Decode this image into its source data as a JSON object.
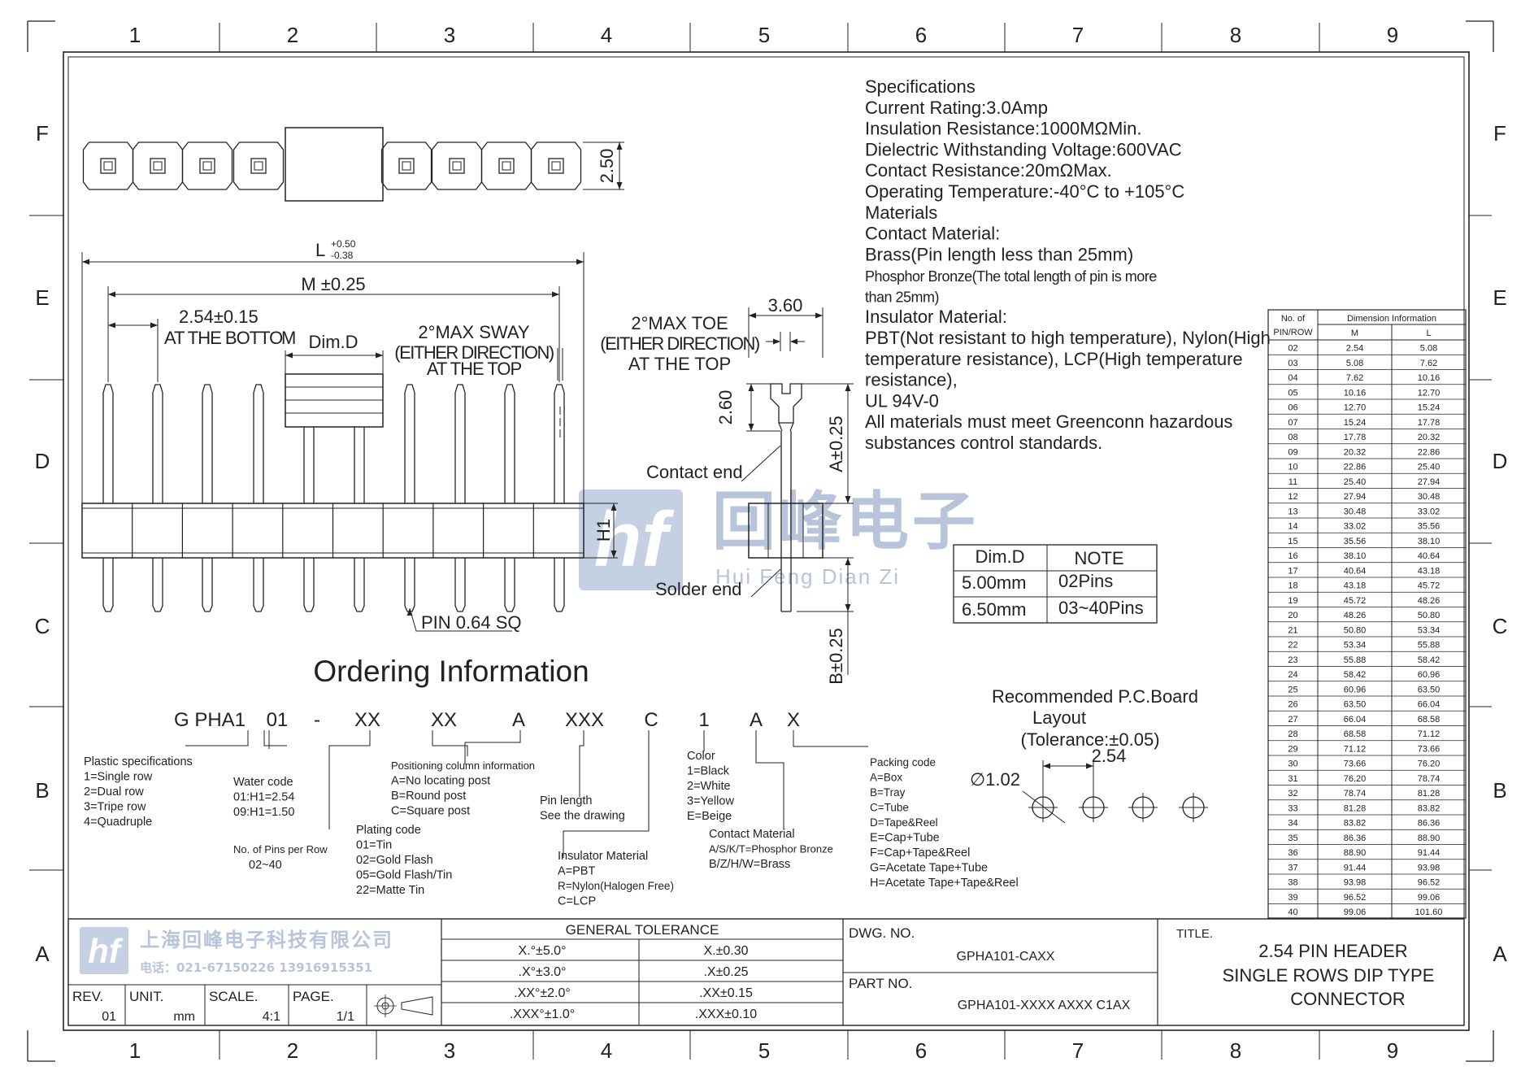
{
  "zones": {
    "columns": [
      "1",
      "2",
      "3",
      "4",
      "5",
      "6",
      "7",
      "8",
      "9"
    ],
    "rows": [
      "F",
      "E",
      "D",
      "C",
      "B",
      "A"
    ]
  },
  "top_view": {
    "width_dim": "2.50"
  },
  "front_view": {
    "length_L": "L",
    "length_L_tol_upper": "+0.50",
    "length_L_tol_lower": "-0.38",
    "length_M": "M ±0.25",
    "pitch": "2.54±0.15",
    "pitch_note_a": "AT THE  BOTTO",
    "pitch_note_b": "M",
    "dim_d": "Dim.D",
    "sway_line1": "2°MAX SWAY",
    "sway_line2": "(EITHER DIRECTION)",
    "sway_line3": "AT THE TOP",
    "pin_label": "PIN 0.64 SQ",
    "h1": "H1"
  },
  "side_view": {
    "width": "3.60",
    "toe_line1": "2°MAX TOE",
    "toe_line2": "(EITHER DIRECTION)",
    "toe_line3": "AT THE TOP",
    "dim_260": "2.60",
    "dim_a": "A±0.25",
    "dim_b": "B±0.25",
    "contact_end": "Contact end",
    "solder_end": "Solder end"
  },
  "watermark": {
    "logo_letters": "hf",
    "text_cn": "回峰电子",
    "text_pinyin": "Hui Feng Dian Zi"
  },
  "specifications": [
    "Specifications",
    "Current Rating:3.0Amp",
    "Insulation Resistance:1000MΩMin.",
    "Dielectric Withstanding Voltage:600VAC",
    "Contact Resistance:20mΩMax.",
    "Operating Temperature:-40°C to +105°C",
    "Materials",
    "Contact Material:",
    "Brass(Pin length less than 25mm)",
    "Phosphor Bronze(The total length of pin is more",
    "than 25mm)",
    "Insulator Material:",
    "PBT(Not resistant to high temperature),  Nylon(High",
    "temperature resistance), LCP(High temperature",
    "resistance),",
    "UL 94V-0",
    "All materials must meet Greenconn hazardous",
    "substances control standards."
  ],
  "dim_table": {
    "header_pins": "No. of",
    "header_pins2": "PIN/ROW",
    "header_info": "Dimension Information",
    "header_m": "M",
    "header_l": "L",
    "rows": [
      [
        "02",
        "2.54",
        "5.08"
      ],
      [
        "03",
        "5.08",
        "7.62"
      ],
      [
        "04",
        "7.62",
        "10.16"
      ],
      [
        "05",
        "10.16",
        "12.70"
      ],
      [
        "06",
        "12.70",
        "15.24"
      ],
      [
        "07",
        "15.24",
        "17.78"
      ],
      [
        "08",
        "17.78",
        "20.32"
      ],
      [
        "09",
        "20.32",
        "22.86"
      ],
      [
        "10",
        "22.86",
        "25.40"
      ],
      [
        "11",
        "25.40",
        "27.94"
      ],
      [
        "12",
        "27.94",
        "30.48"
      ],
      [
        "13",
        "30.48",
        "33.02"
      ],
      [
        "14",
        "33.02",
        "35.56"
      ],
      [
        "15",
        "35.56",
        "38.10"
      ],
      [
        "16",
        "38.10",
        "40.64"
      ],
      [
        "17",
        "40.64",
        "43.18"
      ],
      [
        "18",
        "43.18",
        "45.72"
      ],
      [
        "19",
        "45.72",
        "48.26"
      ],
      [
        "20",
        "48.26",
        "50.80"
      ],
      [
        "21",
        "50.80",
        "53.34"
      ],
      [
        "22",
        "53.34",
        "55.88"
      ],
      [
        "23",
        "55.88",
        "58.42"
      ],
      [
        "24",
        "58.42",
        "60.96"
      ],
      [
        "25",
        "60.96",
        "63.50"
      ],
      [
        "26",
        "63.50",
        "66.04"
      ],
      [
        "27",
        "66.04",
        "68.58"
      ],
      [
        "28",
        "68.58",
        "71.12"
      ],
      [
        "29",
        "71.12",
        "73.66"
      ],
      [
        "30",
        "73.66",
        "76.20"
      ],
      [
        "31",
        "76.20",
        "78.74"
      ],
      [
        "32",
        "78.74",
        "81.28"
      ],
      [
        "33",
        "81.28",
        "83.82"
      ],
      [
        "34",
        "83.82",
        "86.36"
      ],
      [
        "35",
        "86.36",
        "88.90"
      ],
      [
        "36",
        "88.90",
        "91.44"
      ],
      [
        "37",
        "91.44",
        "93.98"
      ],
      [
        "38",
        "93.98",
        "96.52"
      ],
      [
        "39",
        "96.52",
        "99.06"
      ],
      [
        "40",
        "99.06",
        "101.60"
      ]
    ]
  },
  "dim_d_table": {
    "header_d": "Dim.D",
    "header_note": "NOTE",
    "rows": [
      [
        "5.00mm",
        "02Pins"
      ],
      [
        "6.50mm",
        "03~40Pins"
      ]
    ]
  },
  "pcb_layout": {
    "title_line1": "Recommended P.C.Board",
    "title_line2": "Layout",
    "title_line3": "(Tolerance:±0.05)",
    "pitch": "2.54",
    "hole": "∅1.02"
  },
  "ordering": {
    "title": "Ordering Information",
    "code_parts": [
      "G PHA1",
      "01",
      "-",
      "XX",
      "XX",
      "A",
      "XXX",
      "C",
      "1",
      "A",
      "X"
    ],
    "plastic": [
      "Plastic specifications",
      "1=Single row",
      "2=Dual row",
      "3=Tripe row",
      "4=Quadruple"
    ],
    "water": [
      "Water code",
      "01:H1=2.54",
      "09:H1=1.50"
    ],
    "pins": [
      "No. of Pins per Row",
      "02~40"
    ],
    "plating": [
      "Plating code",
      "01=Tin",
      "02=Gold Flash",
      "05=Gold Flash/Tin",
      "22=Matte Tin"
    ],
    "positioning": [
      "Positioning column information",
      "A=No locating post",
      "B=Round post",
      "C=Square post"
    ],
    "pin_length": [
      "Pin length",
      "See the drawing"
    ],
    "insulator": [
      "Insulator Material",
      "A=PBT",
      "R=Nylon(Halogen Free)",
      "C=LCP"
    ],
    "color": [
      "Color",
      "1=Black",
      "2=White",
      "3=Yellow",
      "E=Beige"
    ],
    "contact": [
      "Contact Material",
      "A/S/K/T=Phosphor Bronze",
      "B/Z/H/W=Brass"
    ],
    "packing": [
      "Packing code",
      "A=Box",
      "B=Tray",
      "C=Tube",
      "D=Tape&Reel",
      "E=Cap+Tube",
      "F=Cap+Tape&Reel",
      "G=Acetate Tape+Tube",
      "H=Acetate Tape+Tape&Reel"
    ]
  },
  "title_block": {
    "company_cn": "上海回峰电子科技有限公司",
    "phone": "电话：021-67150226  13916915351",
    "rev_label": "REV.",
    "rev_value": "01",
    "unit_label": "UNIT.",
    "unit_value": "mm",
    "scale_label": "SCALE.",
    "scale_value": "4:1",
    "page_label": "PAGE.",
    "page_value": "1/1",
    "tolerance_title": "GENERAL TOLERANCE",
    "tolerance_rows": [
      [
        "X.°±5.0°",
        "X.±0.30"
      ],
      [
        ".X°±3.0°",
        ".X±0.25"
      ],
      [
        ".XX°±2.0°",
        ".XX±0.15"
      ],
      [
        ".XXX°±1.0°",
        ".XXX±0.10"
      ]
    ],
    "dwg_no_label": "DWG. NO.",
    "dwg_no": "GPHA101-CAXX",
    "part_no_label": "PART NO.",
    "part_no": "GPHA101-XXXX AXXX C1AX",
    "title_label": "TITLE.",
    "title_lines": [
      "2.54 PIN HEADER",
      "SINGLE ROWS DIP TYPE",
      "CONNECTOR"
    ]
  },
  "colors": {
    "line": "#222222",
    "watermark": "#c5d0e3",
    "watermark_text": "#b7c4da"
  }
}
